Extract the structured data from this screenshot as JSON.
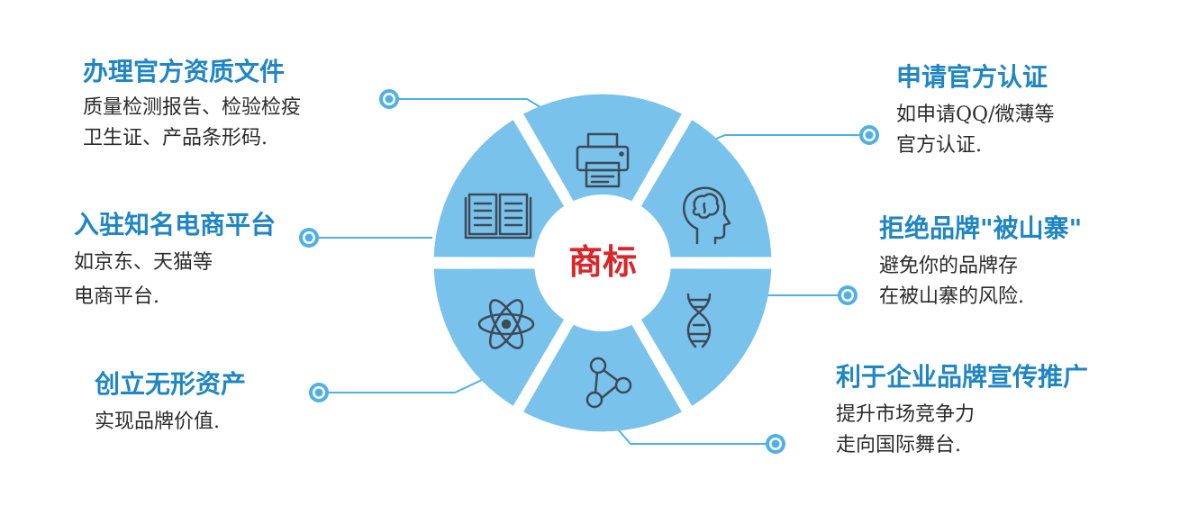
{
  "center_label": "商标",
  "colors": {
    "segment": "#79c2ec",
    "accent": "#1f86c3",
    "connector": "#4fb0e4",
    "center_text": "#d8262a",
    "icon_stroke": "#3d4a57"
  },
  "segments": [
    {
      "id": "top",
      "icon": "printer-icon"
    },
    {
      "id": "upper-right",
      "icon": "brain-head-icon"
    },
    {
      "id": "lower-right",
      "icon": "dna-icon"
    },
    {
      "id": "bottom",
      "icon": "molecule-icon"
    },
    {
      "id": "lower-left",
      "icon": "atom-icon"
    },
    {
      "id": "upper-left",
      "icon": "book-icon"
    }
  ],
  "left_items": [
    {
      "title": "办理官方资质文件",
      "lines": [
        "质量检测报告、检验检疫",
        "卫生证、产品条形码."
      ]
    },
    {
      "title": "入驻知名电商平台",
      "lines": [
        "如京东、天猫等",
        "电商平台."
      ]
    },
    {
      "title": "创立无形资产",
      "lines": [
        "实现品牌价值."
      ]
    }
  ],
  "right_items": [
    {
      "title": "申请官方认证",
      "lines": [
        "如申请QQ/微薄等",
        "官方认证."
      ]
    },
    {
      "title": "拒绝品牌\"被山寨\"",
      "lines": [
        "避免你的品牌存",
        "在被山寨的风险."
      ]
    },
    {
      "title": "利于企业品牌宣传推广",
      "lines": [
        "提升市场竞争力",
        "走向国际舞台."
      ]
    }
  ]
}
